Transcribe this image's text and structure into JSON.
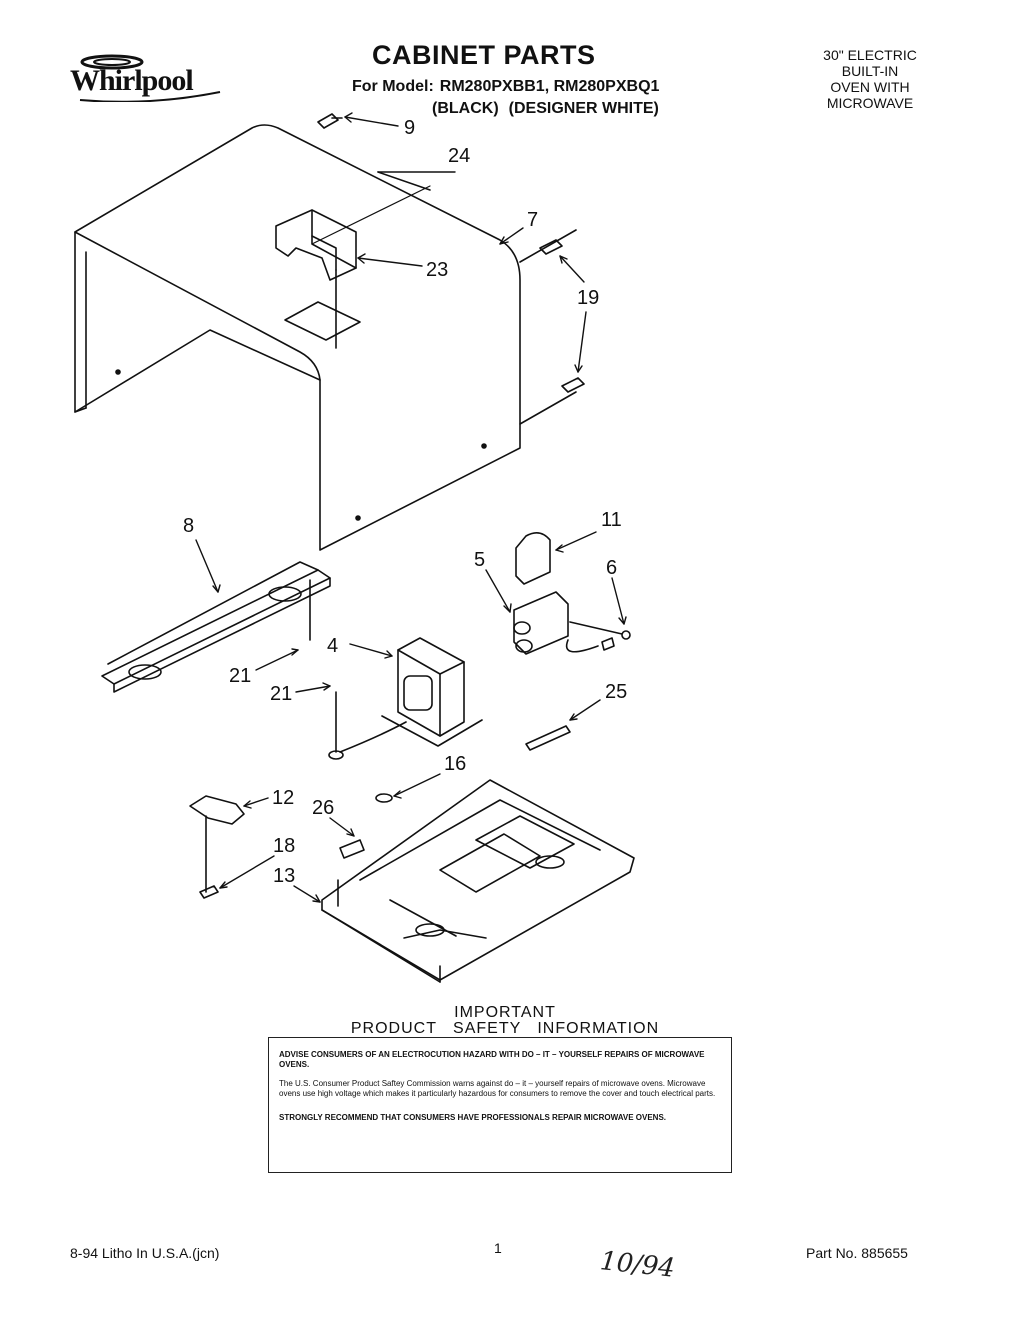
{
  "brand": "Whirlpool",
  "title": "CABINET PARTS",
  "model_prefix": "For Model:",
  "models": "RM280PXBB1, RM280PXBQ1",
  "colors": [
    "(BLACK)",
    "(DESIGNER WHITE)"
  ],
  "product_type": [
    "30\" ELECTRIC",
    "BUILT-IN",
    "OVEN WITH",
    "MICROWAVE"
  ],
  "callouts": [
    "9",
    "24",
    "7",
    "23",
    "19",
    "8",
    "11",
    "5",
    "6",
    "4",
    "21",
    "21",
    "25",
    "16",
    "12",
    "26",
    "18",
    "13"
  ],
  "safety": {
    "heading_1": "IMPORTANT",
    "heading_2": "PRODUCT   SAFETY   INFORMATION",
    "para_1": "ADVISE CONSUMERS OF AN ELECTROCUTION HAZARD WITH DO – IT – YOURSELF REPAIRS OF MICROWAVE OVENS.",
    "para_2": "The U.S. Consumer Product Saftey Commission warns against do – it – yourself repairs of microwave ovens. Microwave ovens use high voltage which makes it particularly hazardous for consumers to remove the cover and touch electrical parts.",
    "para_3": "STRONGLY RECOMMEND THAT CONSUMERS HAVE PROFESSIONALS REPAIR MICROWAVE OVENS."
  },
  "footer": {
    "left": "8-94 Litho In U.S.A.(jcn)",
    "page": "1",
    "part_no": "Part No. 885655"
  },
  "handwritten_note": "10/94"
}
